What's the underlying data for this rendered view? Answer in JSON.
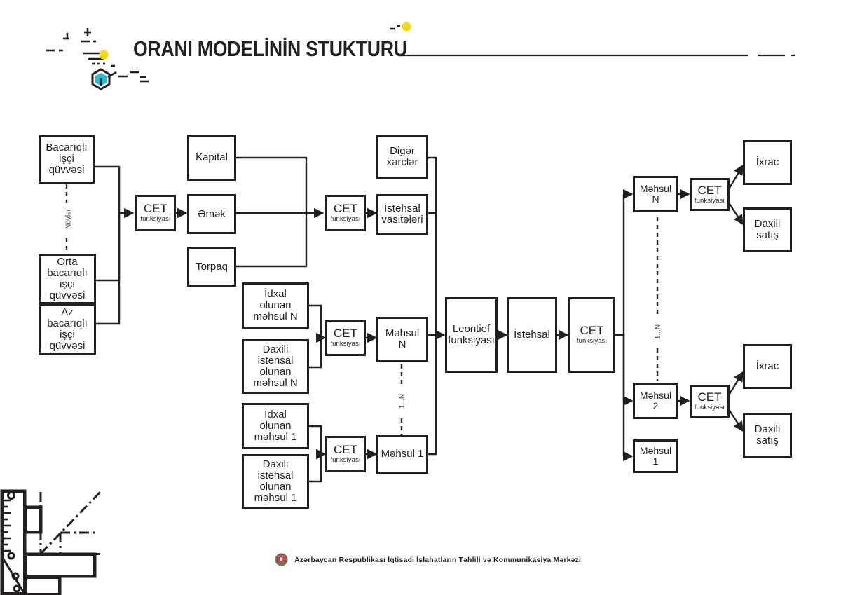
{
  "header": {
    "title": "ORANI MODELİNİN STUKTURU",
    "accent_yellow": "#F5D716",
    "accent_cyan": "#1FBFD4",
    "ink": "#231F20"
  },
  "nodes": {
    "skilled_labor": "Bacarıqlı\nişçi\nqüvvəsi",
    "medium_labor": "Orta\nbacarıqlı\nişçi\nqüvvəsi",
    "low_labor": "Az\nbacarıqlı\nişçi\nqüvvəsi",
    "cet_labor": "CET",
    "cet_sub": "funksiyası",
    "kapital": "Kapital",
    "emek": "Əmək",
    "torpaq": "Torpaq",
    "cet_factors": "CET",
    "diger_xercler": "Digər\nxərclər",
    "istehsal_vasiteleri": "İstehsal\nvasitələri",
    "idxal_n": "İdxal\nolunan\nməhsul N",
    "daxili_n": "Daxili\nistehsal\nolunan\nməhsul N",
    "cet_n": "CET",
    "mehsul_n_mid": "Məhsul N",
    "idxal_1": "İdxal\nolunan\nməhsul 1",
    "daxili_1": "Daxili\nistehsal\nolunan\nməhsul 1",
    "cet_1": "CET",
    "mehsul_1_mid": "Məhsul 1",
    "leontief": "Leontief\nfunksiyası",
    "istehsal": "İstehsal",
    "cet_output": "CET",
    "mehsul_n_out": "Məhsul N",
    "mehsul_2_out": "Məhsul 2",
    "mehsul_1_out": "Məhsul 1",
    "cet_n_out": "CET",
    "cet_2_out": "CET",
    "ixrac_top": "İxrac",
    "daxili_satis_top": "Daxili\nsatış",
    "ixrac_bottom": "İxrac",
    "daxili_satis_bottom": "Daxili\nsatış"
  },
  "annotations": {
    "novler": "Növlər",
    "range_mid": "1...N",
    "range_right": "1...N"
  },
  "footer": {
    "text": "Azərbaycan Respublikası İqtisadi İslahatların Təhlili və Kommunikasiya Mərkəzi"
  }
}
